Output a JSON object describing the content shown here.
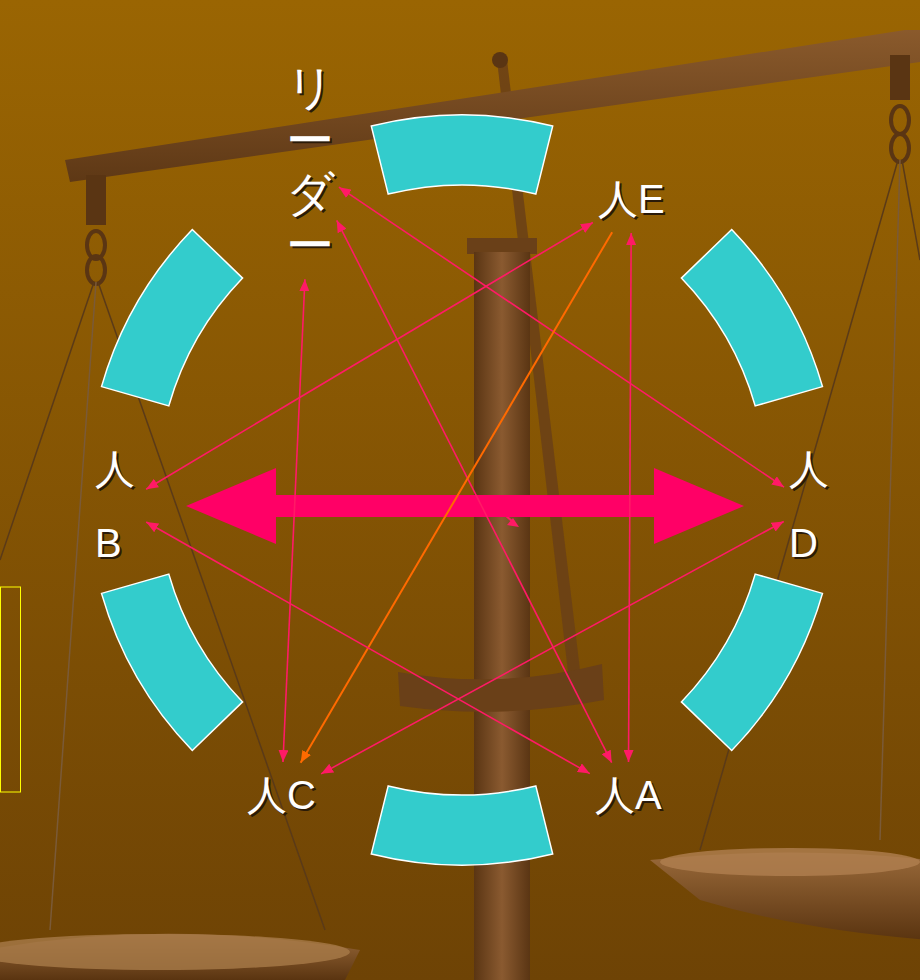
{
  "diagram": {
    "nodes": [
      {
        "text": [
          "リーダー"
        ]
      },
      {
        "text": [
          "人E"
        ]
      },
      {
        "text": [
          "人 B"
        ]
      },
      {
        "text": [
          "人 D"
        ]
      },
      {
        "text": [
          "人C"
        ]
      },
      {
        "text": [
          "人A"
        ]
      }
    ],
    "edges": [
      {
        "from": 2,
        "to": 3,
        "arrow": "both"
      },
      {
        "from": 0,
        "to": 4,
        "arrow": "both"
      },
      {
        "from": 0,
        "to": 5,
        "arrow": "both"
      },
      {
        "from": 0,
        "to": 3,
        "arrow": "both"
      },
      {
        "from": 1,
        "to": 2,
        "arrow": "both"
      },
      {
        "from": 1,
        "to": 4,
        "arrow": "to"
      },
      {
        "from": 1,
        "to": 5,
        "arrow": "both"
      },
      {
        "from": 2,
        "to": 5,
        "arrow": "both"
      },
      {
        "from": 3,
        "to": 4,
        "arrow": "both"
      }
    ]
  }
}
